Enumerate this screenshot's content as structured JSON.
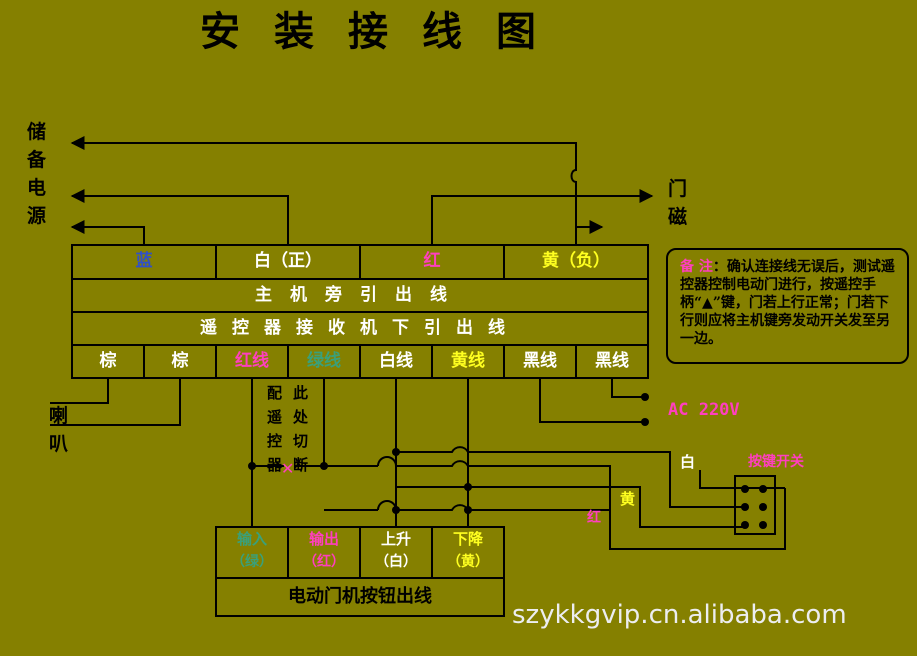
{
  "title": "安装接线图",
  "backup_power_label": "储备电源",
  "door_magnet_label": "门磁",
  "horn_label": "喇叭",
  "ac_label": "AC 220V",
  "top_row": [
    "蓝",
    "白（正）",
    "红",
    "黄（负）"
  ],
  "row_main": "主机旁引出线",
  "row_receiver": "遥控器接收机下引出线",
  "bottom_row": [
    "棕",
    "棕",
    "红线",
    "绿线",
    "白线",
    "黄线",
    "黑线",
    "黑线"
  ],
  "cut_note": {
    "col1": "配遥控器",
    "col2": "此处切断"
  },
  "switch_label": "按键开关",
  "wire_white": "白",
  "wire_yellow": "黄",
  "wire_red": "红",
  "button_box": {
    "cells": [
      {
        "top": "输入",
        "bottom": "（绿）"
      },
      {
        "top": "输出",
        "bottom": "（红）"
      },
      {
        "top": "上升",
        "bottom": "（白）"
      },
      {
        "top": "下降",
        "bottom": "（黄）"
      }
    ],
    "footer": "电动门机按钮出线"
  },
  "note": {
    "tag": "备  注",
    "text": "：确认连接线无误后，测试遥控器控制电动门进行，按遥控手柄“▲”键，门若上行正常；门若下行则应将主机键旁发动开关发至另一边。"
  },
  "watermark": "szykkgvip.cn.alibaba.com",
  "colors": {
    "background": "#858000",
    "line": "#000000",
    "blue": "#3050c8",
    "white": "#ffffff",
    "red": "#ff3fbf",
    "green": "#3aa07a",
    "yellow": "#ffff20"
  }
}
